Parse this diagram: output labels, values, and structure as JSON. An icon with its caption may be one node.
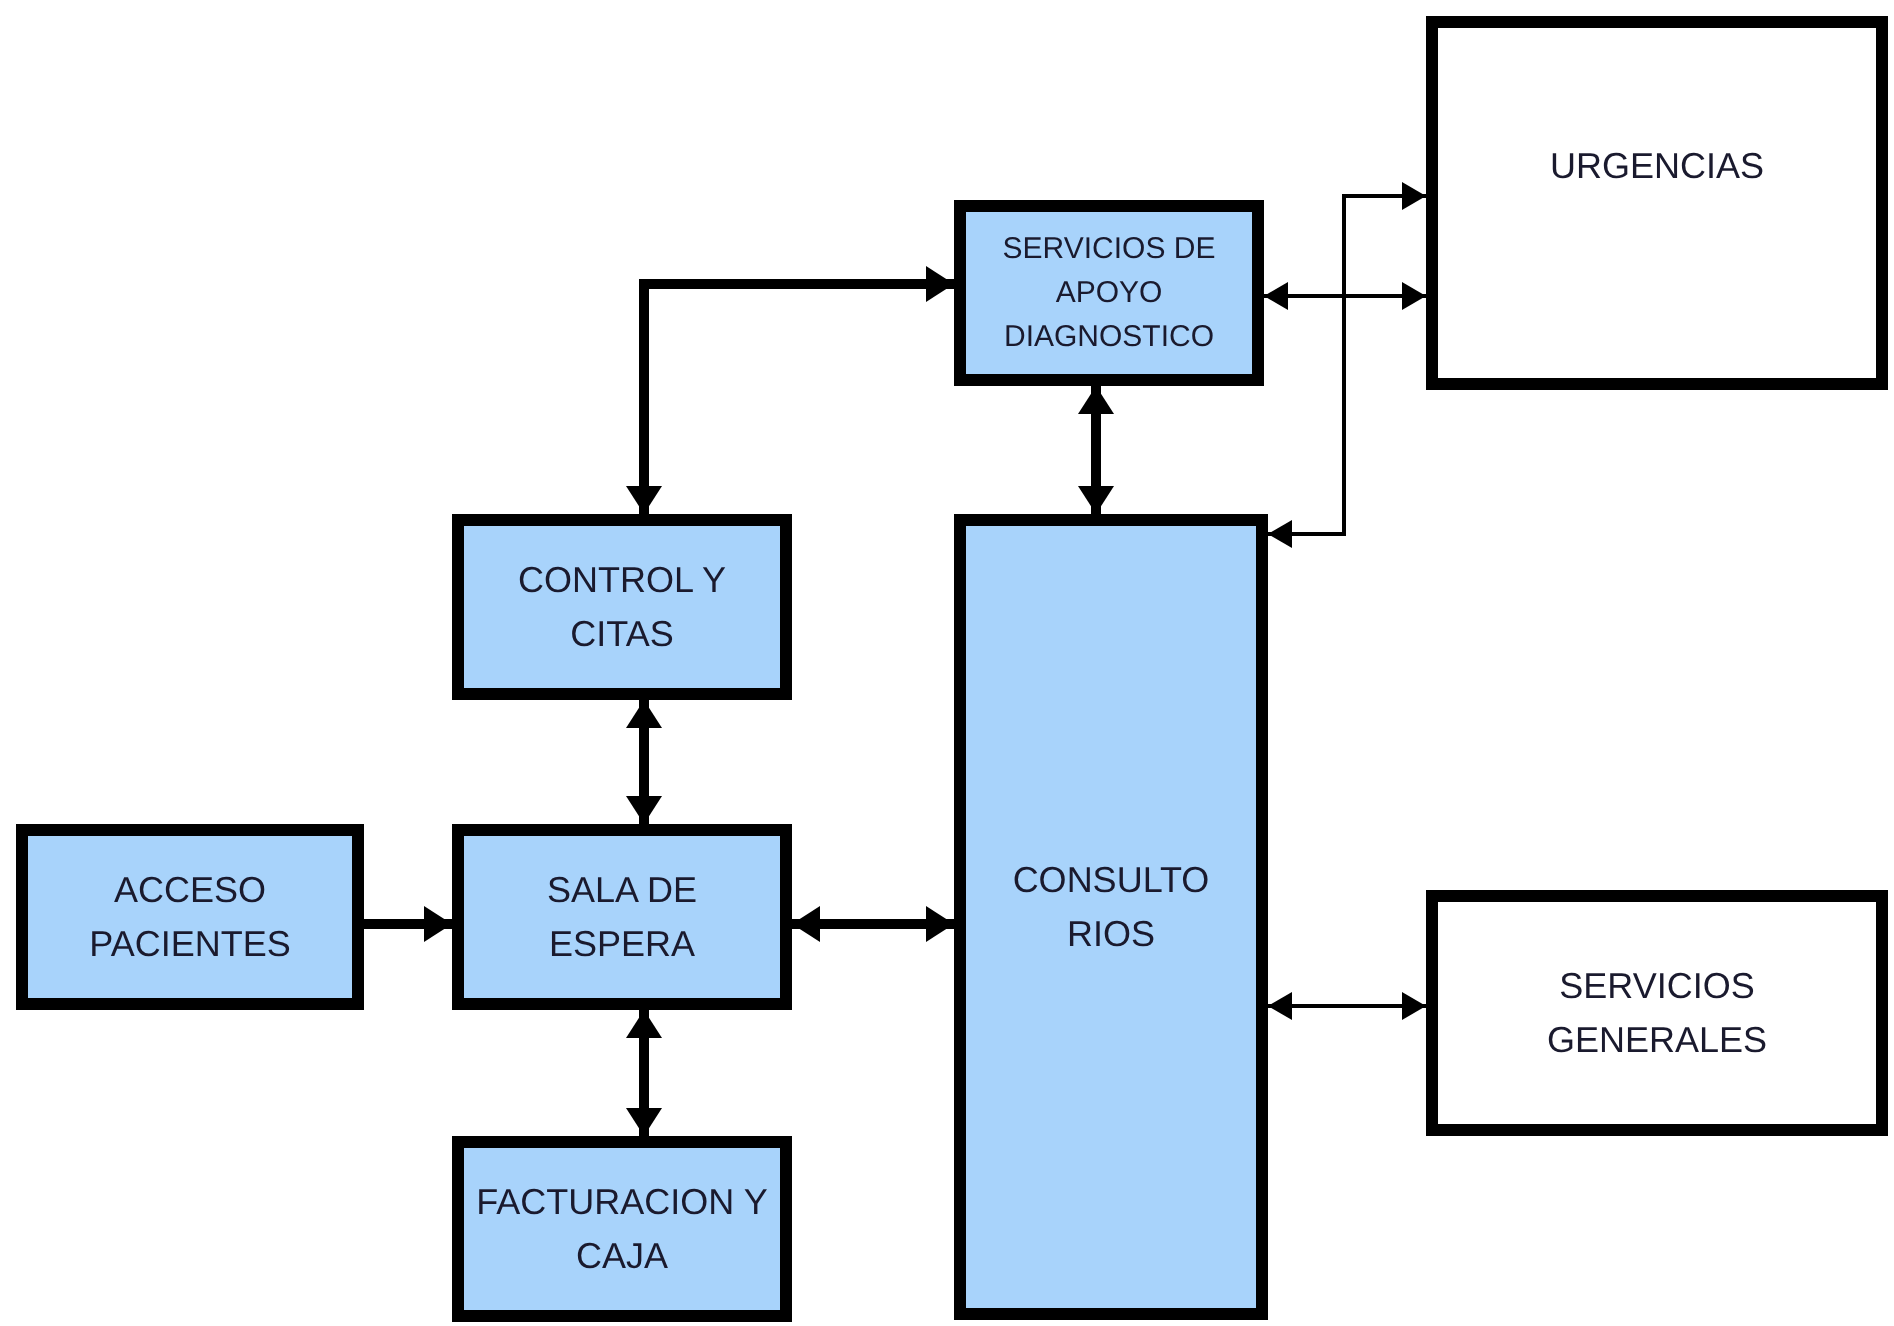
{
  "diagram": {
    "nodes": [
      {
        "text": [
          "SERVICIOS DE APOYO DIAGNOSTICO"
        ]
      },
      {
        "text": [
          "URGENCIAS"
        ]
      },
      {
        "text": [
          "CONTROL Y CITAS"
        ]
      },
      {
        "text": [
          "CONSULTO RIOS"
        ]
      },
      {
        "text": [
          "ACCESO PACIENTES"
        ]
      },
      {
        "text": [
          "SALA DE ESPERA"
        ]
      },
      {
        "text": [
          "SERVICIOS GENERALES"
        ]
      },
      {
        "text": [
          "FACTURACION Y CAJA"
        ]
      }
    ],
    "edges": [
      {
        "from": 2,
        "to": 0,
        "arrow": "both"
      },
      {
        "from": 0,
        "to": 1,
        "arrow": "both"
      },
      {
        "from": 1,
        "to": 3,
        "arrow": "both"
      },
      {
        "from": 0,
        "to": 3,
        "arrow": "both"
      },
      {
        "from": 2,
        "to": 5,
        "arrow": "both"
      },
      {
        "from": 4,
        "to": 5,
        "arrow": "to"
      },
      {
        "from": 5,
        "to": 3,
        "arrow": "both"
      },
      {
        "from": 5,
        "to": 7,
        "arrow": "both"
      },
      {
        "from": 3,
        "to": 6,
        "arrow": "both"
      }
    ]
  }
}
